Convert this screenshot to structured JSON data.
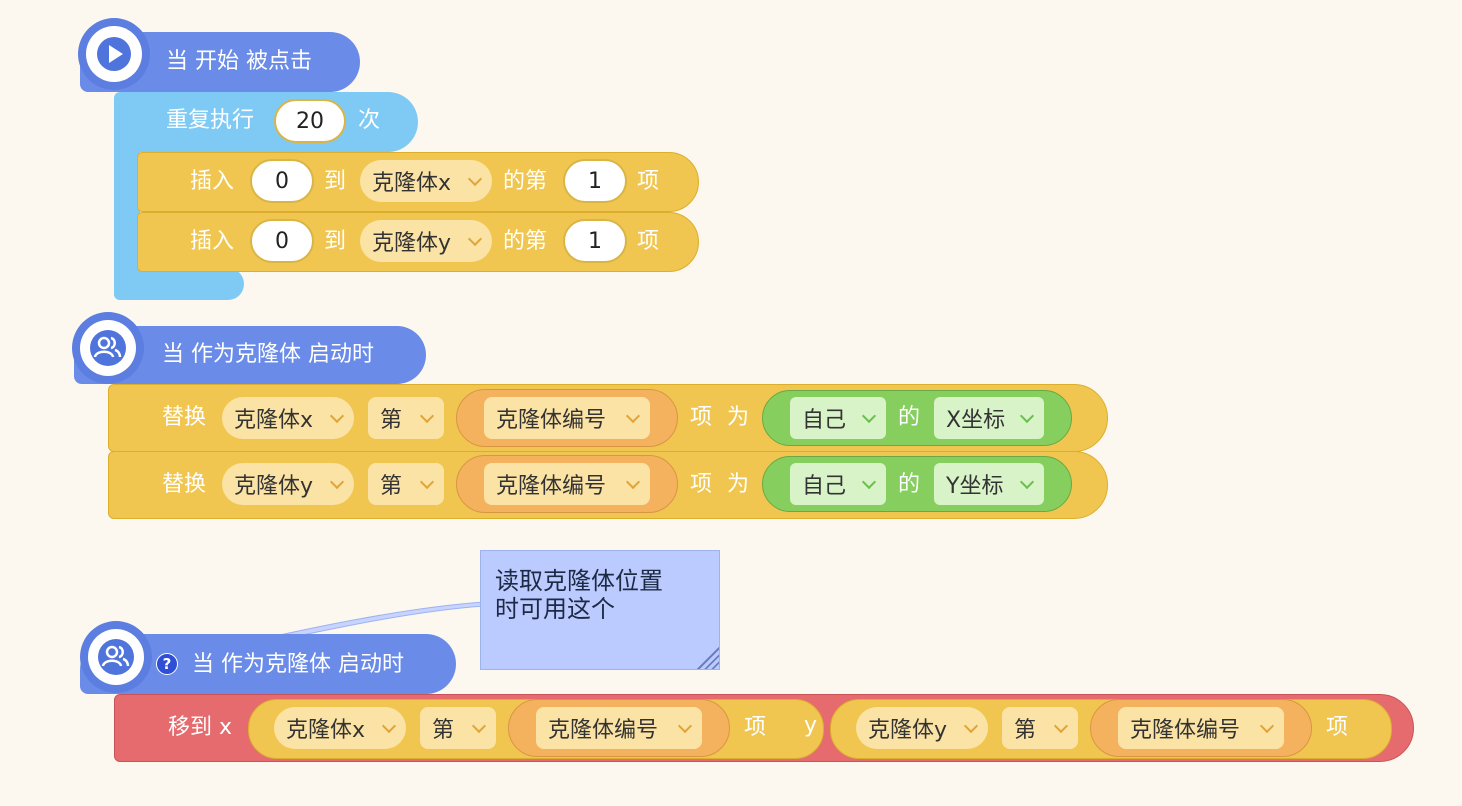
{
  "script1": {
    "hat_label": "当 开始 被点击",
    "repeat_label": "重复执行",
    "repeat_count": "20",
    "repeat_suffix": "次",
    "insert1": {
      "verb": "插入",
      "value": "0",
      "to": "到",
      "list": "克隆体x",
      "at": "的第",
      "index": "1",
      "suffix": "项"
    },
    "insert2": {
      "verb": "插入",
      "value": "0",
      "to": "到",
      "list": "克隆体y",
      "at": "的第",
      "index": "1",
      "suffix": "项"
    }
  },
  "script2": {
    "hat_label": "当 作为克隆体 启动时",
    "replace1": {
      "verb": "替换",
      "list": "克隆体x",
      "nth": "第",
      "var": "克隆体编号",
      "item": "项",
      "as": "为",
      "target": "自己",
      "of": "的",
      "prop": "X坐标"
    },
    "replace2": {
      "verb": "替换",
      "list": "克隆体y",
      "nth": "第",
      "var": "克隆体编号",
      "item": "项",
      "as": "为",
      "target": "自己",
      "of": "的",
      "prop": "Y坐标"
    }
  },
  "comment": {
    "text": "读取克隆体位置\n时可用这个"
  },
  "script3": {
    "hat_label": "当 作为克隆体 启动时",
    "help": "?",
    "move": {
      "verb": "移到 x",
      "xlist": "克隆体x",
      "nth1": "第",
      "var1": "克隆体编号",
      "item1": "项",
      "y": "y",
      "ylist": "克隆体y",
      "nth2": "第",
      "var2": "克隆体编号",
      "item2": "项"
    }
  },
  "colors": {
    "hat": "#6a8ce8",
    "control": "#7fcaf5",
    "list": "#f0c650",
    "motion": "#e56b6e",
    "sensing": "#86cf5e",
    "variable": "#f4b25e",
    "comment": "#bccbff"
  },
  "icons": {
    "start": "play-icon",
    "clone": "users-icon"
  }
}
